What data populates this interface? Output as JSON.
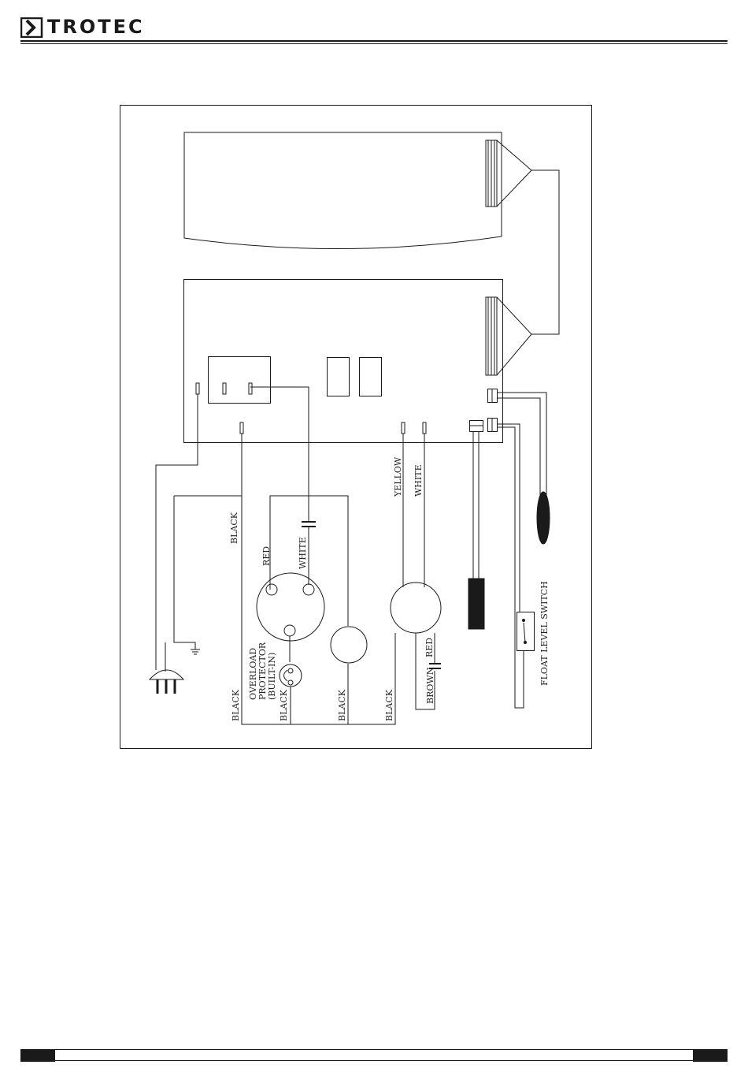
{
  "header": {
    "brand": "TROTEC",
    "logo_icon": "chevron-right-icon",
    "color": "#1a1a1a"
  },
  "diagram": {
    "labels": {
      "black_main": "BLACK",
      "red": "RED",
      "white_compressor": "WHITE",
      "yellow": "YELLOW",
      "white_fan": "WHITE",
      "overload_1": "OVERLOAD",
      "overload_2": "PROTECTOR",
      "overload_3": "(BUILT-IN)",
      "black_1": "BLACK",
      "black_2": "BLACK",
      "black_3": "BLACK",
      "black_4": "BLACK",
      "red_cap": "RED",
      "brown": "BROWN",
      "float_switch": "FLOAT LEVEL SWITCH"
    }
  }
}
